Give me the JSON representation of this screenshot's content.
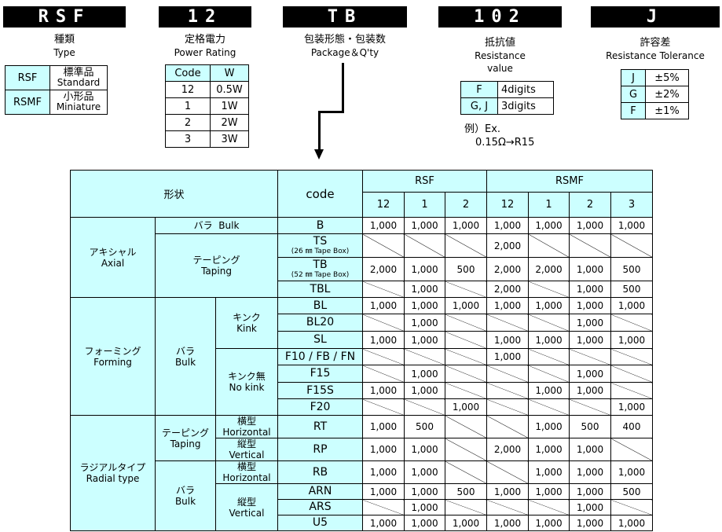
{
  "headers": {
    "rsf": {
      "code": "RSF",
      "jp": "種類",
      "en": "Type"
    },
    "power": {
      "code": "12",
      "jp": "定格電力",
      "en": "Power Rating"
    },
    "tb": {
      "code": "TB",
      "jp": "包装形態・包装数",
      "en": "Package＆Q'ty"
    },
    "res": {
      "code": "102",
      "jp": "抵抗値",
      "en1": "Resistance",
      "en2": "value"
    },
    "tol": {
      "code": "J",
      "jp": "許容差",
      "en": "Resistance Tolerance"
    }
  },
  "type_table": [
    {
      "code": "RSF",
      "jp": "標準品",
      "en": "Standard"
    },
    {
      "code": "RSMF",
      "jp": "小形品",
      "en": "Miniature"
    }
  ],
  "power_table": {
    "headers": [
      "Code",
      "W"
    ],
    "rows": [
      [
        "12",
        "0.5W"
      ],
      [
        "1",
        "1W"
      ],
      [
        "2",
        "2W"
      ],
      [
        "3",
        "3W"
      ]
    ]
  },
  "res_table": [
    [
      "F",
      "4digits"
    ],
    [
      "G, J",
      "3digits"
    ]
  ],
  "res_example": {
    "line1": "例）Ex.",
    "line2": "0.15Ω→R15"
  },
  "tol_table": [
    [
      "J",
      "±5%"
    ],
    [
      "G",
      "±2%"
    ],
    [
      "F",
      "±1%"
    ]
  ],
  "main": {
    "shape_label": "形状",
    "code_label": "code",
    "rsf_label": "RSF",
    "rsmf_label": "RSMF",
    "cols": [
      "12",
      "1",
      "2",
      "12",
      "1",
      "2",
      "3"
    ],
    "axial": {
      "jp": "アキシャル",
      "en": "Axial"
    },
    "bulk_row": {
      "jp": "バラ",
      "en": "Bulk"
    },
    "taping": {
      "jp": "テーピング",
      "en": "Taping"
    },
    "forming": {
      "jp": "フォーミング",
      "en": "Forming"
    },
    "bara": {
      "jp": "バラ",
      "en": "Bulk"
    },
    "kink": {
      "jp": "キンク",
      "en": "Kink"
    },
    "nokink": {
      "jp": "キンク無",
      "en": "No kink"
    },
    "radial": {
      "jp": "ラジアルタイプ",
      "en": "Radial type"
    },
    "horizontal": {
      "jp": "横型",
      "en": "Horizontal"
    },
    "vertical": {
      "jp": "縦型",
      "en": "Vertical"
    },
    "ts_sub": "(26 ㎜ Tape Box)",
    "tb_sub": "(52 ㎜ Tape Box)",
    "rows": [
      {
        "code": "B",
        "v": [
          "1,000",
          "1,000",
          "1,000",
          "1,000",
          "1,000",
          "1,000",
          "1,000"
        ]
      },
      {
        "code": "TS",
        "v": [
          "",
          "",
          "",
          "2,000",
          "",
          "",
          ""
        ]
      },
      {
        "code": "TB",
        "v": [
          "2,000",
          "1,000",
          "500",
          "2,000",
          "2,000",
          "1,000",
          "500"
        ]
      },
      {
        "code": "TBL",
        "v": [
          "",
          "1,000",
          "",
          "2,000",
          "",
          "1,000",
          "500"
        ]
      },
      {
        "code": "BL",
        "v": [
          "1,000",
          "1,000",
          "1,000",
          "1,000",
          "1,000",
          "1,000",
          "1,000"
        ]
      },
      {
        "code": "BL20",
        "v": [
          "",
          "1,000",
          "",
          "",
          "",
          "1,000",
          ""
        ]
      },
      {
        "code": "SL",
        "v": [
          "1,000",
          "1,000",
          "",
          "1,000",
          "1,000",
          "1,000",
          "1,000"
        ]
      },
      {
        "code": "F10 / FB / FN",
        "v": [
          "",
          "",
          "",
          "1,000",
          "",
          "",
          ""
        ]
      },
      {
        "code": "F15",
        "v": [
          "",
          "1,000",
          "",
          "",
          "",
          "1,000",
          ""
        ]
      },
      {
        "code": "F15S",
        "v": [
          "1,000",
          "1,000",
          "",
          "",
          "1,000",
          "1,000",
          ""
        ]
      },
      {
        "code": "F20",
        "v": [
          "",
          "",
          "1,000",
          "",
          "",
          "",
          "1,000"
        ]
      },
      {
        "code": "RT",
        "v": [
          "1,000",
          "500",
          "",
          "",
          "1,000",
          "500",
          "400"
        ]
      },
      {
        "code": "RP",
        "v": [
          "1,000",
          "1,000",
          "",
          "2,000",
          "1,000",
          "1,000",
          ""
        ]
      },
      {
        "code": "RB",
        "v": [
          "1,000",
          "1,000",
          "",
          "",
          "1,000",
          "1,000",
          "1,000"
        ]
      },
      {
        "code": "ARN",
        "v": [
          "1,000",
          "1,000",
          "500",
          "1,000",
          "1,000",
          "1,000",
          "500"
        ]
      },
      {
        "code": "ARS",
        "v": [
          "",
          "1,000",
          "",
          "",
          "",
          "1,000",
          ""
        ]
      },
      {
        "code": "U5",
        "v": [
          "1,000",
          "1,000",
          "1,000",
          "1,000",
          "1,000",
          "1,000",
          "1,000"
        ]
      }
    ]
  }
}
